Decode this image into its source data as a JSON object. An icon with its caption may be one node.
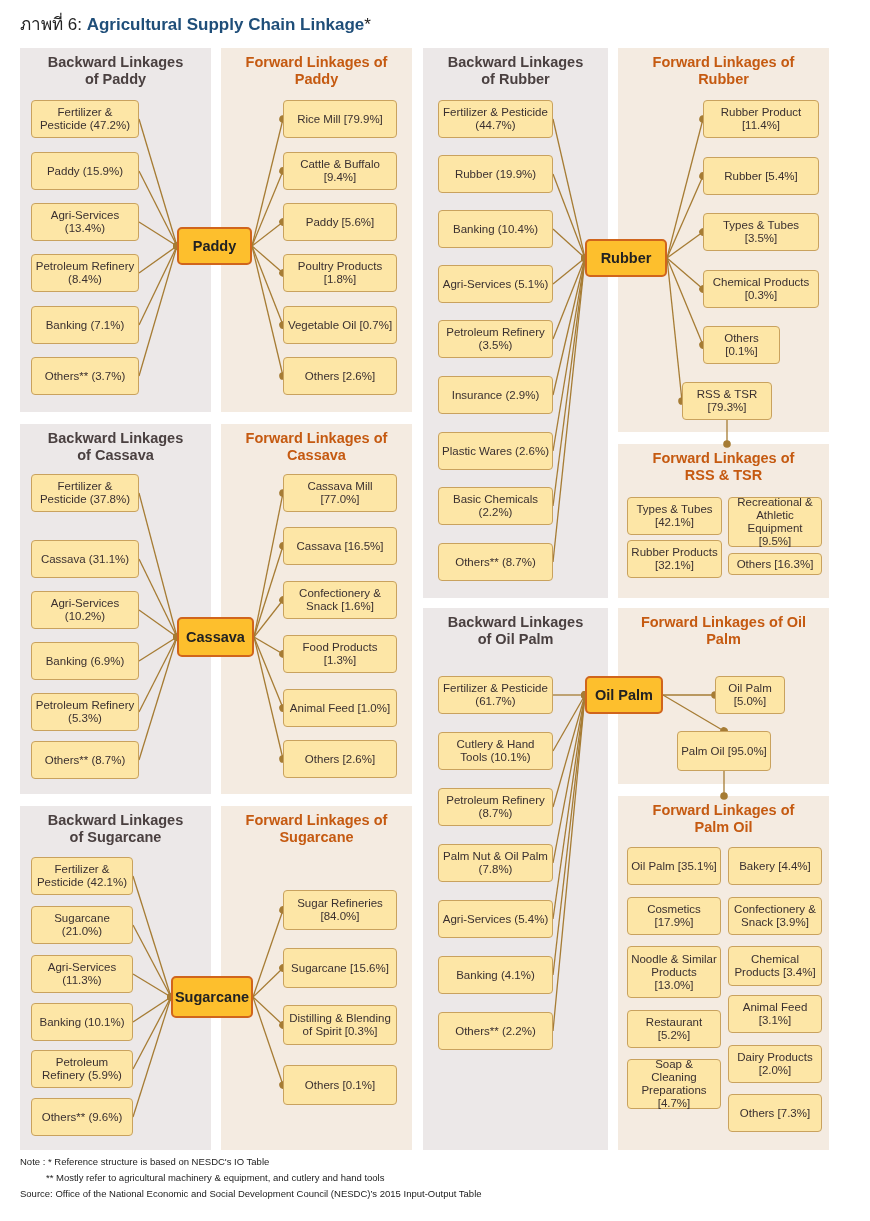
{
  "diagram": {
    "title": "ภาพที่ 6: **Agricultural Supply Chain Linkage***",
    "nodes": [
      {
        "text": [
          "Backward Linkages of Paddy"
        ]
      },
      {
        "text": [
          "Fertilizer & Pesticide (47.2%)"
        ],
        "in": 0
      },
      {
        "text": [
          "Paddy (15.9%)"
        ],
        "in": 0
      },
      {
        "text": [
          "Agri-Services (13.4%)"
        ],
        "in": 0
      },
      {
        "text": [
          "Petroleum Refinery (8.4%)"
        ],
        "in": 0
      },
      {
        "text": [
          "Banking (7.1%)"
        ],
        "in": 0
      },
      {
        "text": [
          "Others** (3.7%)"
        ],
        "in": 0
      },
      {
        "text": [
          "Paddy"
        ]
      },
      {
        "text": [
          "Forward Linkages of Paddy"
        ]
      },
      {
        "text": [
          "Rice Mill [79.9%]"
        ],
        "in": 8
      },
      {
        "text": [
          "Cattle & Buffalo [9.4%]"
        ],
        "in": 8
      },
      {
        "text": [
          "Paddy [5.6%]"
        ],
        "in": 8
      },
      {
        "text": [
          "Poultry Products [1.8%]"
        ],
        "in": 8
      },
      {
        "text": [
          "Vegetable Oil [0.7%]"
        ],
        "in": 8
      },
      {
        "text": [
          "Others [2.6%]"
        ],
        "in": 8
      },
      {
        "text": [
          "Backward Linkages of Cassava"
        ]
      },
      {
        "text": [
          "Fertilizer & Pesticide (37.8%)"
        ],
        "in": 15
      },
      {
        "text": [
          "Cassava (31.1%)"
        ],
        "in": 15
      },
      {
        "text": [
          "Agri-Services (10.2%)"
        ],
        "in": 15
      },
      {
        "text": [
          "Banking (6.9%)"
        ],
        "in": 15
      },
      {
        "text": [
          "Petroleum Refinery (5.3%)"
        ],
        "in": 15
      },
      {
        "text": [
          "Others** (8.7%)"
        ],
        "in": 15
      },
      {
        "text": [
          "Cassava"
        ]
      },
      {
        "text": [
          "Forward Linkages of Cassava"
        ]
      },
      {
        "text": [
          "Cassava Mill [77.0%]"
        ],
        "in": 23
      },
      {
        "text": [
          "Cassava [16.5%]"
        ],
        "in": 23
      },
      {
        "text": [
          "Confectionery & Snack [1.6%]"
        ],
        "in": 23
      },
      {
        "text": [
          "Food Products [1.3%]"
        ],
        "in": 23
      },
      {
        "text": [
          "Animal Feed [1.0%]"
        ],
        "in": 23
      },
      {
        "text": [
          "Others [2.6%]"
        ],
        "in": 23
      },
      {
        "text": [
          "Backward Linkages of Sugarcane"
        ]
      },
      {
        "text": [
          "Fertilizer & Pesticide (42.1%)"
        ],
        "in": 30
      },
      {
        "text": [
          "Sugarcane (21.0%)"
        ],
        "in": 30
      },
      {
        "text": [
          "Agri-Services (11.3%)"
        ],
        "in": 30
      },
      {
        "text": [
          "Banking (10.1%)"
        ],
        "in": 30
      },
      {
        "text": [
          "Petroleum Refinery (5.9%)"
        ],
        "in": 30
      },
      {
        "text": [
          "Others** (9.6%)"
        ],
        "in": 30
      },
      {
        "text": [
          "Sugarcane"
        ]
      },
      {
        "text": [
          "Forward Linkages of Sugarcane"
        ]
      },
      {
        "text": [
          "Sugar Refineries [84.0%]"
        ],
        "in": 38
      },
      {
        "text": [
          "Sugarcane [15.6%]"
        ],
        "in": 38
      },
      {
        "text": [
          "Distilling & Blending of Spirit [0.3%]"
        ],
        "in": 38
      },
      {
        "text": [
          "Others [0.1%]"
        ],
        "in": 38
      },
      {
        "text": [
          "Backward Linkages of Rubber"
        ]
      },
      {
        "text": [
          "Fertilizer & Pesticide (44.7%)"
        ],
        "in": 43
      },
      {
        "text": [
          "Rubber (19.9%)"
        ],
        "in": 43
      },
      {
        "text": [
          "Banking (10.4%)"
        ],
        "in": 43
      },
      {
        "text": [
          "Agri-Services (5.1%)"
        ],
        "in": 43
      },
      {
        "text": [
          "Petroleum Refinery (3.5%)"
        ],
        "in": 43
      },
      {
        "text": [
          "Insurance (2.9%)"
        ],
        "in": 43
      },
      {
        "text": [
          "Plastic Wares (2.6%)"
        ],
        "in": 43
      },
      {
        "text": [
          "Basic Chemicals (2.2%)"
        ],
        "in": 43
      },
      {
        "text": [
          "Others** (8.7%)"
        ],
        "in": 43
      },
      {
        "text": [
          "Rubber"
        ]
      },
      {
        "text": [
          "Forward Linkages of Rubber"
        ]
      },
      {
        "text": [
          "Rubber Product [11.4%]"
        ],
        "in": 54
      },
      {
        "text": [
          "Rubber [5.4%]"
        ],
        "in": 54
      },
      {
        "text": [
          "Types & Tubes [3.5%]"
        ],
        "in": 54
      },
      {
        "text": [
          "Chemical Products [0.3%]"
        ],
        "in": 54
      },
      {
        "text": [
          "Others [0.1%]"
        ],
        "in": 54
      },
      {
        "text": [
          "RSS & TSR [79.3%]"
        ],
        "in": 54
      },
      {
        "text": [
          "Forward Linkages of RSS & TSR"
        ]
      },
      {
        "text": [
          "Types & Tubes [42.1%]"
        ],
        "in": 61
      },
      {
        "text": [
          "Recreational & Athletic Equipment [9.5%]"
        ],
        "in": 61
      },
      {
        "text": [
          "Rubber Products [32.1%]"
        ],
        "in": 61
      },
      {
        "text": [
          "Others [16.3%]"
        ],
        "in": 61
      },
      {
        "text": [
          "Backward Linkages of Oil Palm"
        ]
      },
      {
        "text": [
          "Fertilizer & Pesticide (61.7%)"
        ],
        "in": 66
      },
      {
        "text": [
          "Cutlery & Hand Tools (10.1%)"
        ],
        "in": 66
      },
      {
        "text": [
          "Petroleum Refinery (8.7%)"
        ],
        "in": 66
      },
      {
        "text": [
          "Palm Nut & Oil Palm (7.8%)"
        ],
        "in": 66
      },
      {
        "text": [
          "Agri-Services (5.4%)"
        ],
        "in": 66
      },
      {
        "text": [
          "Banking (4.1%)"
        ],
        "in": 66
      },
      {
        "text": [
          "Others** (2.2%)"
        ],
        "in": 66
      },
      {
        "text": [
          "Oil Palm"
        ]
      },
      {
        "text": [
          "Forward Linkages of Oil Palm"
        ]
      },
      {
        "text": [
          "Oil Palm [5.0%]"
        ],
        "in": 75
      },
      {
        "text": [
          "Palm Oil [95.0%]"
        ],
        "in": 75
      },
      {
        "text": [
          "Forward Linkages of Palm Oil"
        ]
      },
      {
        "text": [
          "Oil Palm [35.1%]"
        ],
        "in": 78
      },
      {
        "text": [
          "Bakery [4.4%]"
        ],
        "in": 78
      },
      {
        "text": [
          "Cosmetics [17.9%]"
        ],
        "in": 78
      },
      {
        "text": [
          "Confectionery & Snack [3.9%]"
        ],
        "in": 78
      },
      {
        "text": [
          "Noodle & Similar Products [13.0%]"
        ],
        "in": 78
      },
      {
        "text": [
          "Chemical Products [3.4%]"
        ],
        "in": 78
      },
      {
        "text": [
          "Restaurant [5.2%]"
        ],
        "in": 78
      },
      {
        "text": [
          "Animal Feed [3.1%]"
        ],
        "in": 78
      },
      {
        "text": [
          "Soap & Cleaning Preparations [4.7%]"
        ],
        "in": 78
      },
      {
        "text": [
          "Dairy Products [2.0%]"
        ],
        "in": 78
      },
      {
        "text": [
          "Others [7.3%]"
        ],
        "in": 78
      }
    ],
    "edges": [
      {
        "from": 1,
        "to": 7,
        "arrow": "other"
      },
      {
        "from": 2,
        "to": 7,
        "arrow": "other"
      },
      {
        "from": 3,
        "to": 7,
        "arrow": "other"
      },
      {
        "from": 4,
        "to": 7,
        "arrow": "other"
      },
      {
        "from": 5,
        "to": 7,
        "arrow": "other"
      },
      {
        "from": 6,
        "to": 7,
        "arrow": "other"
      },
      {
        "from": 7,
        "to": 9,
        "arrow": "other"
      },
      {
        "from": 7,
        "to": 10,
        "arrow": "other"
      },
      {
        "from": 7,
        "to": 11,
        "arrow": "other"
      },
      {
        "from": 7,
        "to": 12,
        "arrow": "other"
      },
      {
        "from": 7,
        "to": 13,
        "arrow": "other"
      },
      {
        "from": 7,
        "to": 14,
        "arrow": "other"
      },
      {
        "from": 16,
        "to": 22,
        "arrow": "other"
      },
      {
        "from": 17,
        "to": 22,
        "arrow": "other"
      },
      {
        "from": 18,
        "to": 22,
        "arrow": "other"
      },
      {
        "from": 19,
        "to": 22,
        "arrow": "other"
      },
      {
        "from": 20,
        "to": 22,
        "arrow": "other"
      },
      {
        "from": 21,
        "to": 22,
        "arrow": "other"
      },
      {
        "from": 22,
        "to": 24,
        "arrow": "other"
      },
      {
        "from": 22,
        "to": 25,
        "arrow": "other"
      },
      {
        "from": 22,
        "to": 26,
        "arrow": "other"
      },
      {
        "from": 22,
        "to": 27,
        "arrow": "other"
      },
      {
        "from": 22,
        "to": 28,
        "arrow": "other"
      },
      {
        "from": 22,
        "to": 29,
        "arrow": "other"
      },
      {
        "from": 31,
        "to": 37,
        "arrow": "other"
      },
      {
        "from": 32,
        "to": 37,
        "arrow": "other"
      },
      {
        "from": 33,
        "to": 37,
        "arrow": "other"
      },
      {
        "from": 34,
        "to": 37,
        "arrow": "other"
      },
      {
        "from": 35,
        "to": 37,
        "arrow": "other"
      },
      {
        "from": 36,
        "to": 37,
        "arrow": "other"
      },
      {
        "from": 37,
        "to": 39,
        "arrow": "other"
      },
      {
        "from": 37,
        "to": 40,
        "arrow": "other"
      },
      {
        "from": 37,
        "to": 41,
        "arrow": "other"
      },
      {
        "from": 37,
        "to": 42,
        "arrow": "other"
      },
      {
        "from": 44,
        "to": 53,
        "arrow": "other"
      },
      {
        "from": 45,
        "to": 53,
        "arrow": "other"
      },
      {
        "from": 46,
        "to": 53,
        "arrow": "other"
      },
      {
        "from": 47,
        "to": 53,
        "arrow": "other"
      },
      {
        "from": 48,
        "to": 53,
        "arrow": "other"
      },
      {
        "from": 49,
        "to": 53,
        "arrow": "other"
      },
      {
        "from": 50,
        "to": 53,
        "arrow": "other"
      },
      {
        "from": 51,
        "to": 53,
        "arrow": "other"
      },
      {
        "from": 52,
        "to": 53,
        "arrow": "other"
      },
      {
        "from": 53,
        "to": 55,
        "arrow": "other"
      },
      {
        "from": 53,
        "to": 56,
        "arrow": "other"
      },
      {
        "from": 53,
        "to": 57,
        "arrow": "other"
      },
      {
        "from": 53,
        "to": 58,
        "arrow": "other"
      },
      {
        "from": 53,
        "to": 59,
        "arrow": "other"
      },
      {
        "from": 53,
        "to": 60,
        "arrow": "other"
      },
      {
        "from": 60,
        "to": 61,
        "arrow": "other"
      },
      {
        "from": 67,
        "to": 74,
        "arrow": "other"
      },
      {
        "from": 68,
        "to": 74,
        "arrow": "other"
      },
      {
        "from": 69,
        "to": 74,
        "arrow": "other"
      },
      {
        "from": 70,
        "to": 74,
        "arrow": "other"
      },
      {
        "from": 71,
        "to": 74,
        "arrow": "other"
      },
      {
        "from": 72,
        "to": 74,
        "arrow": "other"
      },
      {
        "from": 73,
        "to": 74,
        "arrow": "other"
      },
      {
        "from": 74,
        "to": 76,
        "arrow": "other"
      },
      {
        "from": 74,
        "to": 77,
        "arrow": "other"
      },
      {
        "from": 77,
        "to": 78,
        "arrow": "other"
      }
    ],
    "labels": [
      "Note : *   Reference structure is based on NESDC's IO Table",
      "** Mostly refer to agricultural machinery & equipment, and cutlery and hand tools",
      "Source: Office of the National Economic and Social Development Council (NESDC)’s 2015 Input-Output Table"
    ]
  }
}
